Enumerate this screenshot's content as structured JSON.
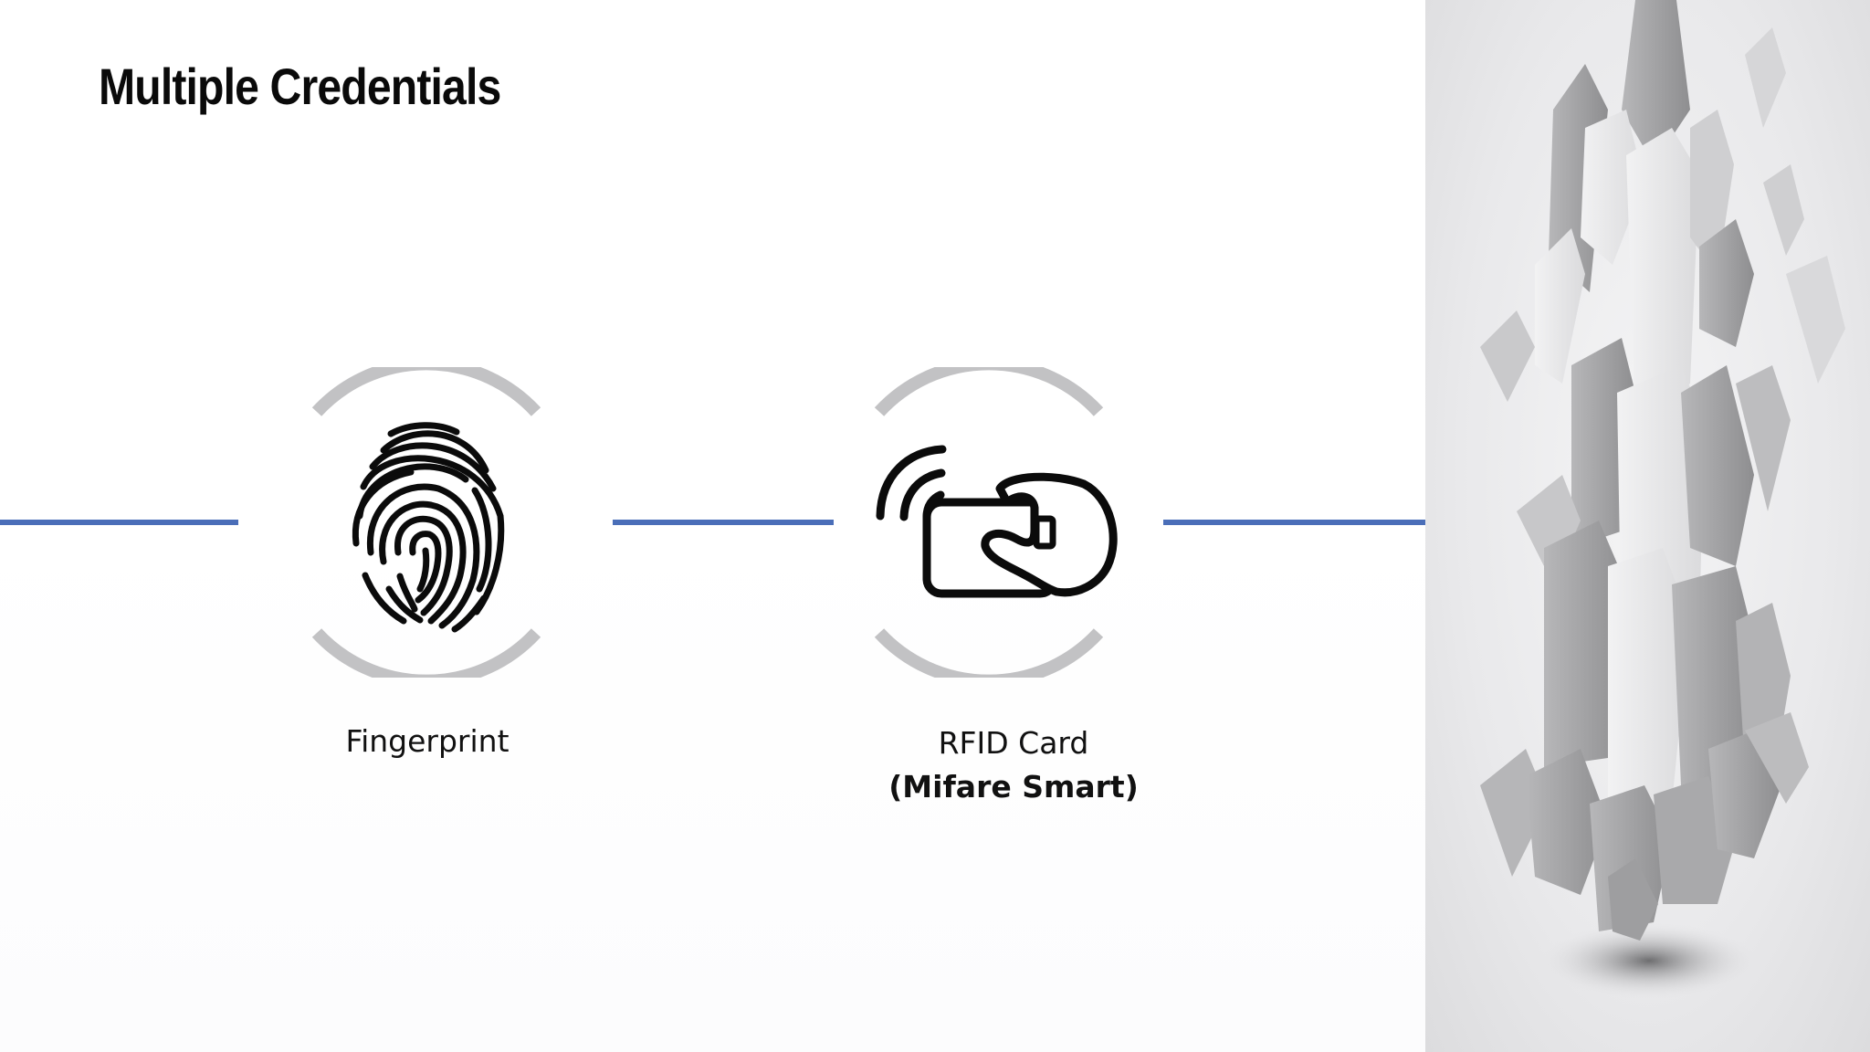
{
  "slide": {
    "title": "Multiple Credentials"
  },
  "credentials": [
    {
      "icon": "fingerprint-icon",
      "label": "Fingerprint",
      "sublabel": ""
    },
    {
      "icon": "rfid-card-icon",
      "label": "RFID Card",
      "sublabel": "(Mifare Smart)"
    }
  ],
  "colors": {
    "connector": "#4a6eb8",
    "ring": "#c2c2c4",
    "title": "#0a0a0a",
    "icon": "#0b0b0b"
  },
  "decoration": {
    "art": "abstract-cubes-art"
  }
}
